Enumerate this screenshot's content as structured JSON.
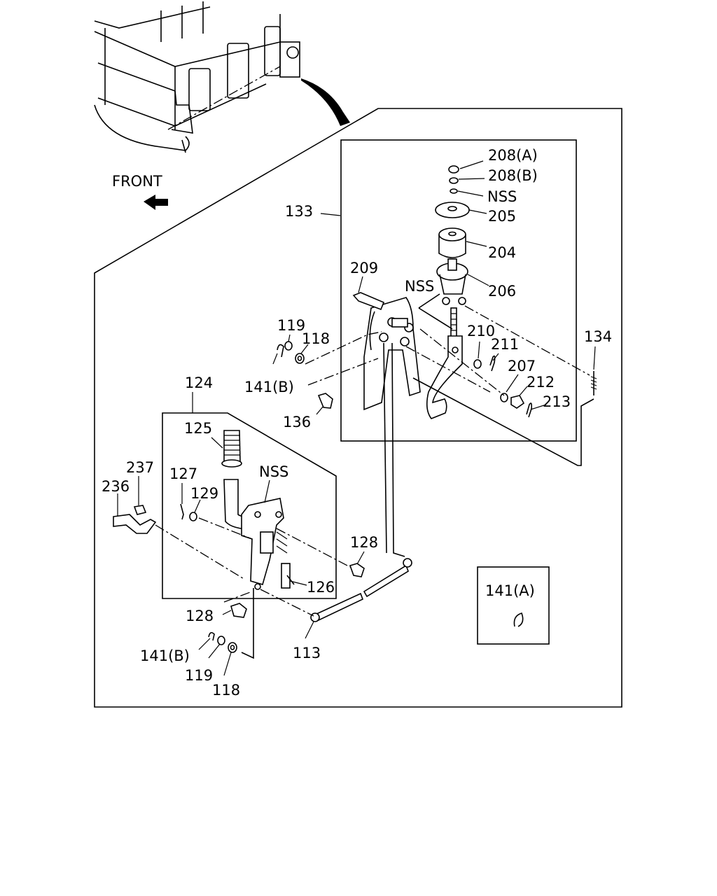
{
  "direction_label": "FRONT",
  "callouts": {
    "p208a": "208(A)",
    "p208b": "208(B)",
    "nss_top": "NSS",
    "p205": "205",
    "p204": "204",
    "p206": "206",
    "p133": "133",
    "p209": "209",
    "nss_mid": "NSS",
    "p119_top": "119",
    "p118_top": "118",
    "p141b_top": "141(B)",
    "p210": "210",
    "p211": "211",
    "p207": "207",
    "p212": "212",
    "p213": "213",
    "p134": "134",
    "p136": "136",
    "p124": "124",
    "p125": "125",
    "p237": "237",
    "p236": "236",
    "p127": "127",
    "p129": "129",
    "nss_low": "NSS",
    "p128_right": "128",
    "p126": "126",
    "p128_left": "128",
    "p141b_low": "141(B)",
    "p119_low": "119",
    "p118_low": "118",
    "p113": "113",
    "p141a": "141(A)"
  }
}
